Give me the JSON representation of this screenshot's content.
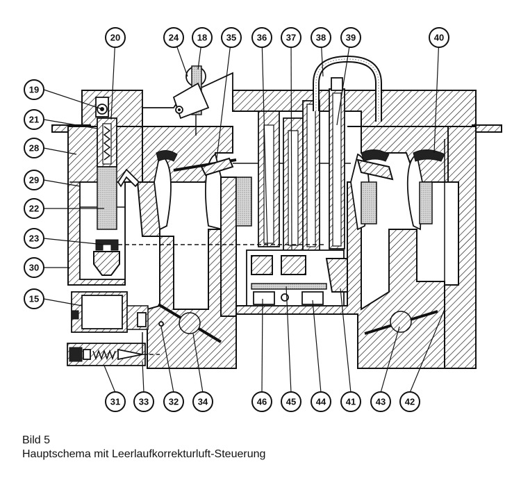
{
  "caption": {
    "figure": "Bild 5",
    "title": "Hauptschema mit Leerlaufkorrekturluft-Steuerung"
  },
  "callouts": {
    "c20": "20",
    "c24": "24",
    "c18": "18",
    "c35": "35",
    "c36": "36",
    "c37": "37",
    "c38": "38",
    "c39": "39",
    "c40": "40",
    "c19": "19",
    "c21": "21",
    "c28": "28",
    "c29": "29",
    "c22": "22",
    "c23": "23",
    "c30": "30",
    "c15": "15",
    "c31": "31",
    "c33": "33",
    "c32": "32",
    "c34": "34",
    "c46": "46",
    "c45": "45",
    "c44": "44",
    "c41": "41",
    "c43": "43",
    "c42": "42"
  }
}
